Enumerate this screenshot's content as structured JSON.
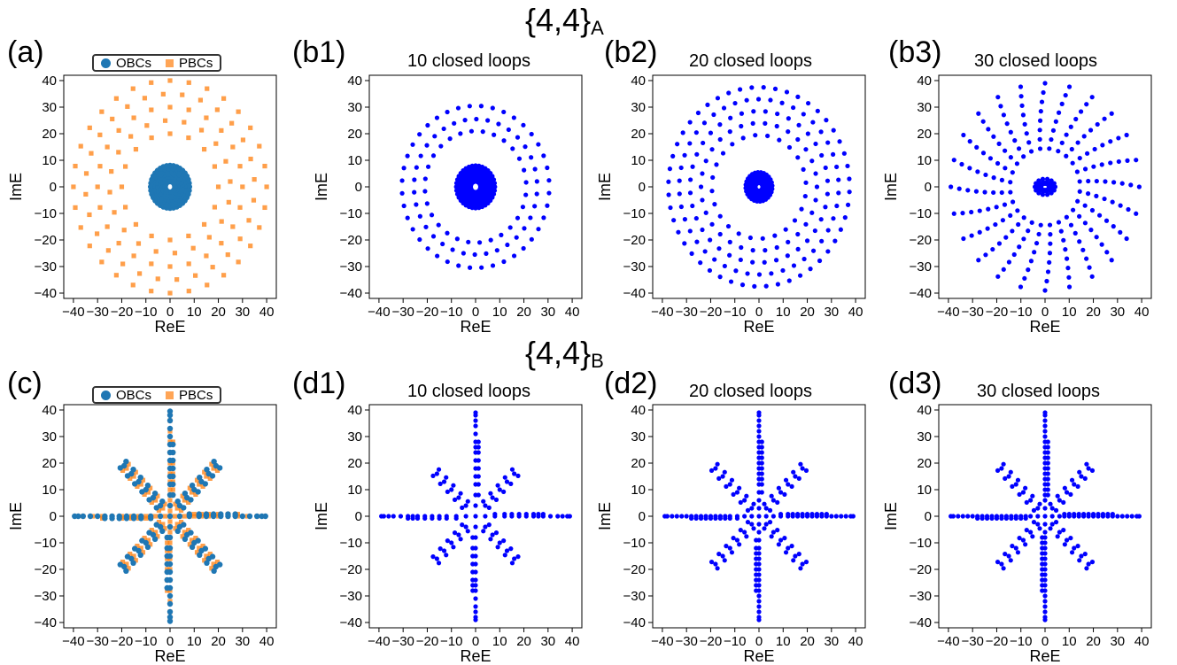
{
  "rows": [
    {
      "title_main": "{4,4}",
      "title_sub": "A"
    },
    {
      "title_main": "{4,4}",
      "title_sub": "B"
    }
  ],
  "legend": {
    "obc_label": "OBCs",
    "pbc_label": "PBCs"
  },
  "colors": {
    "obc": "#1f77b4",
    "pbc": "#ff7f0e",
    "loops": "#0000ff"
  },
  "chart_data": [
    {
      "id": "a",
      "label": "(a)",
      "subtitle": "",
      "type": "scatter",
      "pattern": "rings",
      "xlabel": "ReE",
      "ylabel": "ImE",
      "xlim": [
        -44,
        44
      ],
      "ylim": [
        -42,
        42
      ],
      "xticks": [
        -40,
        -30,
        -20,
        -10,
        0,
        10,
        20,
        30,
        40
      ],
      "yticks": [
        -40,
        -30,
        -20,
        -10,
        0,
        10,
        20,
        30,
        40
      ],
      "legend": true,
      "series": [
        {
          "name": "PBCs",
          "marker": "square",
          "color": "#ff7f0e",
          "rings": [
            [
              40,
              32
            ],
            [
              35,
              28
            ],
            [
              30,
              24
            ],
            [
              25,
              20
            ],
            [
              20,
              16
            ]
          ]
        },
        {
          "name": "OBCs",
          "marker": "circle",
          "color": "#1f77b4",
          "rings": [
            [
              8,
              36
            ],
            [
              7,
              30
            ],
            [
              6,
              26
            ],
            [
              5,
              22
            ],
            [
              4,
              18
            ],
            [
              3,
              14
            ],
            [
              2,
              10
            ]
          ]
        }
      ]
    },
    {
      "id": "b1",
      "label": "(b1)",
      "subtitle": "10 closed loops",
      "type": "scatter",
      "pattern": "rings",
      "xlabel": "ReE",
      "ylabel": "ImE",
      "xlim": [
        -44,
        44
      ],
      "ylim": [
        -42,
        42
      ],
      "xticks": [
        -40,
        -30,
        -20,
        -10,
        0,
        10,
        20,
        30,
        40
      ],
      "yticks": [
        -40,
        -30,
        -20,
        -10,
        0,
        10,
        20,
        30,
        40
      ],
      "series": [
        {
          "name": "",
          "marker": "circle",
          "color": "#0000ff",
          "rings": [
            [
              30.5,
              40
            ],
            [
              25.5,
              34
            ],
            [
              21,
              28
            ],
            [
              8,
              36
            ],
            [
              7,
              32
            ],
            [
              6,
              28
            ],
            [
              5,
              24
            ],
            [
              4,
              20
            ],
            [
              3,
              16
            ],
            [
              2,
              12
            ]
          ]
        }
      ]
    },
    {
      "id": "b2",
      "label": "(b2)",
      "subtitle": "20 closed loops",
      "type": "scatter",
      "pattern": "rings",
      "xlabel": "ReE",
      "ylabel": "ImE",
      "xlim": [
        -44,
        44
      ],
      "ylim": [
        -42,
        42
      ],
      "xticks": [
        -40,
        -30,
        -20,
        -10,
        0,
        10,
        20,
        30,
        40
      ],
      "yticks": [
        -40,
        -30,
        -20,
        -10,
        0,
        10,
        20,
        30,
        40
      ],
      "series": [
        {
          "name": "",
          "marker": "circle",
          "color": "#0000ff",
          "rings": [
            [
              37.5,
              48
            ],
            [
              33,
              42
            ],
            [
              28.5,
              36
            ],
            [
              24,
              30
            ],
            [
              19.5,
              24
            ],
            [
              5.5,
              28
            ],
            [
              4.5,
              24
            ],
            [
              3.5,
              20
            ],
            [
              2.5,
              16
            ],
            [
              1.5,
              12
            ]
          ]
        }
      ]
    },
    {
      "id": "b3",
      "label": "(b3)",
      "subtitle": "30 closed loops",
      "type": "scatter",
      "pattern": "rays",
      "xlabel": "ReE",
      "ylabel": "ImE",
      "xlim": [
        -44,
        44
      ],
      "ylim": [
        -42,
        42
      ],
      "xticks": [
        -40,
        -30,
        -20,
        -10,
        0,
        10,
        20,
        30,
        40
      ],
      "yticks": [
        -40,
        -30,
        -20,
        -10,
        0,
        10,
        20,
        30,
        40
      ],
      "series": [
        {
          "name": "",
          "marker": "circle",
          "color": "#0000ff",
          "rays": 24,
          "radii": [
            39,
            35.5,
            32,
            28.5,
            25,
            21.5,
            18,
            14.5
          ],
          "core": [
            [
              3,
              14
            ],
            [
              2,
              10
            ],
            [
              1.2,
              8
            ]
          ]
        }
      ]
    },
    {
      "id": "c",
      "label": "(c)",
      "subtitle": "",
      "type": "scatter",
      "pattern": "cross",
      "xlabel": "ReE",
      "ylabel": "ImE",
      "xlim": [
        -44,
        44
      ],
      "ylim": [
        -42,
        42
      ],
      "xticks": [
        -40,
        -30,
        -20,
        -10,
        0,
        10,
        20,
        30,
        40
      ],
      "yticks": [
        -40,
        -30,
        -20,
        -10,
        0,
        10,
        20,
        30,
        40
      ],
      "legend": true,
      "series": [
        {
          "name": "PBCs",
          "marker": "square",
          "color": "#ff7f0e",
          "axis_points": [
            2,
            4,
            6,
            8,
            10,
            13,
            16,
            20,
            24,
            28,
            32,
            36,
            39
          ],
          "diag_points": [
            3,
            6,
            9,
            12,
            15,
            18
          ]
        },
        {
          "name": "OBCs",
          "marker": "circle",
          "color": "#1f77b4",
          "axis_points": [
            4,
            8,
            12,
            15,
            18,
            21,
            24,
            27,
            30,
            33,
            36,
            38,
            39.5
          ],
          "diag_points": [
            4,
            7,
            10,
            13,
            16,
            19
          ]
        }
      ]
    },
    {
      "id": "d1",
      "label": "(d1)",
      "subtitle": "10 closed loops",
      "type": "scatter",
      "pattern": "cross",
      "xlabel": "ReE",
      "ylabel": "ImE",
      "xlim": [
        -44,
        44
      ],
      "ylim": [
        -42,
        42
      ],
      "xticks": [
        -40,
        -30,
        -20,
        -10,
        0,
        10,
        20,
        30,
        40
      ],
      "yticks": [
        -40,
        -30,
        -20,
        -10,
        0,
        10,
        20,
        30,
        40
      ],
      "series": [
        {
          "name": "",
          "marker": "circle",
          "color": "#0000ff",
          "axis_points": [
            4,
            8,
            12,
            15,
            18,
            21,
            24,
            26,
            28,
            31,
            34,
            36,
            38,
            39
          ],
          "diag_points": [
            4,
            7,
            10,
            13,
            16
          ]
        }
      ]
    },
    {
      "id": "d2",
      "label": "(d2)",
      "subtitle": "20 closed loops",
      "type": "scatter",
      "pattern": "cross",
      "xlabel": "ReE",
      "ylabel": "ImE",
      "xlim": [
        -44,
        44
      ],
      "ylim": [
        -42,
        42
      ],
      "xticks": [
        -40,
        -30,
        -20,
        -10,
        0,
        10,
        20,
        30,
        40
      ],
      "yticks": [
        -40,
        -30,
        -20,
        -10,
        0,
        10,
        20,
        30,
        40
      ],
      "series": [
        {
          "name": "",
          "marker": "circle",
          "color": "#0000ff",
          "axis_points": [
            3,
            6,
            9,
            12,
            14,
            16,
            18,
            20,
            22,
            24,
            26,
            28,
            30,
            32,
            34,
            36,
            38,
            39
          ],
          "diag_points": [
            3,
            6,
            9,
            12,
            15,
            18
          ]
        }
      ]
    },
    {
      "id": "d3",
      "label": "(d3)",
      "subtitle": "30 closed loops",
      "type": "scatter",
      "pattern": "cross",
      "xlabel": "ReE",
      "ylabel": "ImE",
      "xlim": [
        -44,
        44
      ],
      "ylim": [
        -42,
        42
      ],
      "xticks": [
        -40,
        -30,
        -20,
        -10,
        0,
        10,
        20,
        30,
        40
      ],
      "yticks": [
        -40,
        -30,
        -20,
        -10,
        0,
        10,
        20,
        30,
        40
      ],
      "series": [
        {
          "name": "",
          "marker": "circle",
          "color": "#0000ff",
          "axis_points": [
            3,
            6,
            8,
            10,
            12,
            14,
            16,
            18,
            20,
            22,
            24,
            26,
            28,
            30,
            32,
            34,
            36,
            38,
            39
          ],
          "diag_points": [
            3,
            6,
            9,
            12,
            15,
            18
          ]
        }
      ]
    }
  ]
}
